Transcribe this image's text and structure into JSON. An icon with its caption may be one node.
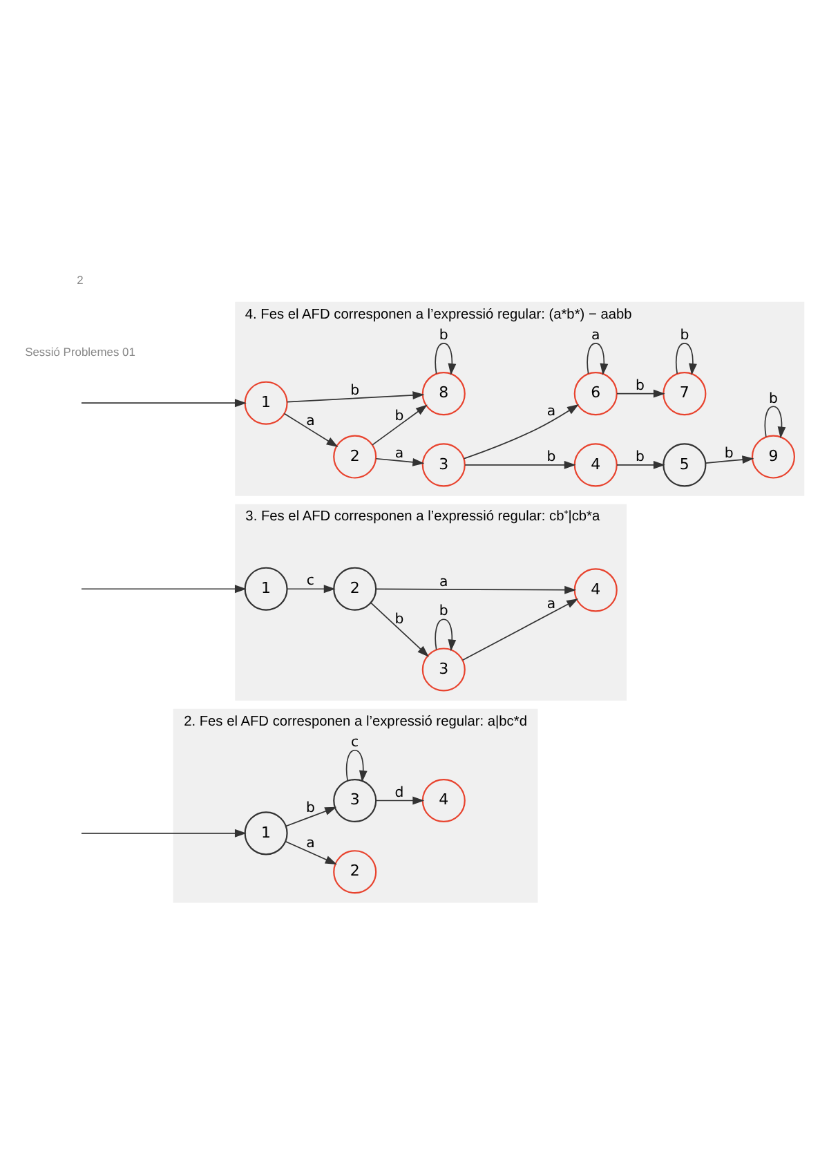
{
  "diagram": {
    "nodes": [
      {
        "text": [
          "2. Fes el AFD corresponen a l’expressió regular: a|bc*d"
        ]
      },
      {
        "text": [
          "1"
        ],
        "in": 0
      },
      {
        "text": [
          "2"
        ],
        "in": 0
      },
      {
        "text": [
          "3"
        ],
        "in": 0
      },
      {
        "text": [
          "4"
        ],
        "in": 0
      },
      {
        "text": [
          "3. Fes el AFD corresponen a l’expressió regular: cb⁺|cb*a"
        ]
      },
      {
        "text": [
          "1"
        ],
        "in": 5
      },
      {
        "text": [
          "2"
        ],
        "in": 5
      },
      {
        "text": [
          "3"
        ],
        "in": 5
      },
      {
        "text": [
          "4"
        ],
        "in": 5
      },
      {
        "text": [
          "4. Fes el AFD corresponen a l’expressió regular: (a*b*) − aabb"
        ]
      },
      {
        "text": [
          "1"
        ],
        "in": 10
      },
      {
        "text": [
          "2"
        ],
        "in": 10
      },
      {
        "text": [
          "3"
        ],
        "in": 10
      },
      {
        "text": [
          "4"
        ],
        "in": 10
      },
      {
        "text": [
          "5"
        ],
        "in": 10
      },
      {
        "text": [
          "9"
        ],
        "in": 10
      },
      {
        "text": [
          "8"
        ],
        "in": 10
      },
      {
        "text": [
          "6"
        ],
        "in": 10
      },
      {
        "text": [
          "7"
        ],
        "in": 10
      }
    ],
    "edges": [
      {
        "from": null,
        "to": 1,
        "arrow": "to"
      },
      {
        "from": 1,
        "to": 2,
        "label": "a",
        "arrow": "to"
      },
      {
        "from": 1,
        "to": 3,
        "label": "b",
        "arrow": "to"
      },
      {
        "from": 3,
        "to": 3,
        "label": "c",
        "arrow": "to"
      },
      {
        "from": 3,
        "to": 4,
        "label": "d",
        "arrow": "to"
      },
      {
        "from": null,
        "to": 6,
        "arrow": "to"
      },
      {
        "from": 6,
        "to": 7,
        "label": "c",
        "arrow": "to"
      },
      {
        "from": 7,
        "to": 8,
        "label": "b",
        "arrow": "to"
      },
      {
        "from": 8,
        "to": 8,
        "label": "b",
        "arrow": "to"
      },
      {
        "from": 8,
        "to": 9,
        "label": "a",
        "arrow": "to"
      },
      {
        "from": 7,
        "to": 9,
        "label": "a",
        "arrow": "to"
      },
      {
        "from": null,
        "to": 11,
        "arrow": "to"
      },
      {
        "from": 11,
        "to": 12,
        "label": "a",
        "arrow": "to"
      },
      {
        "from": 12,
        "to": 13,
        "label": "a",
        "arrow": "to"
      },
      {
        "from": 13,
        "to": 14,
        "label": "b",
        "arrow": "to"
      },
      {
        "from": 14,
        "to": 15,
        "label": "b",
        "arrow": "to"
      },
      {
        "from": 15,
        "to": 16,
        "label": "b",
        "arrow": "to"
      },
      {
        "from": 16,
        "to": 16,
        "label": "b",
        "arrow": "to"
      },
      {
        "from": 11,
        "to": 17,
        "label": "b",
        "arrow": "to"
      },
      {
        "from": 12,
        "to": 17,
        "label": "b",
        "arrow": "to"
      },
      {
        "from": 17,
        "to": 17,
        "label": "b",
        "arrow": "to"
      },
      {
        "from": 13,
        "to": 18,
        "label": "a",
        "arrow": "to"
      },
      {
        "from": 18,
        "to": 18,
        "label": "a",
        "arrow": "to"
      },
      {
        "from": 18,
        "to": 19,
        "label": "b",
        "arrow": "to"
      },
      {
        "from": 19,
        "to": 19,
        "label": "b",
        "arrow": "to"
      }
    ],
    "labels": [
      "Sessió Problemes 01",
      "2"
    ]
  }
}
